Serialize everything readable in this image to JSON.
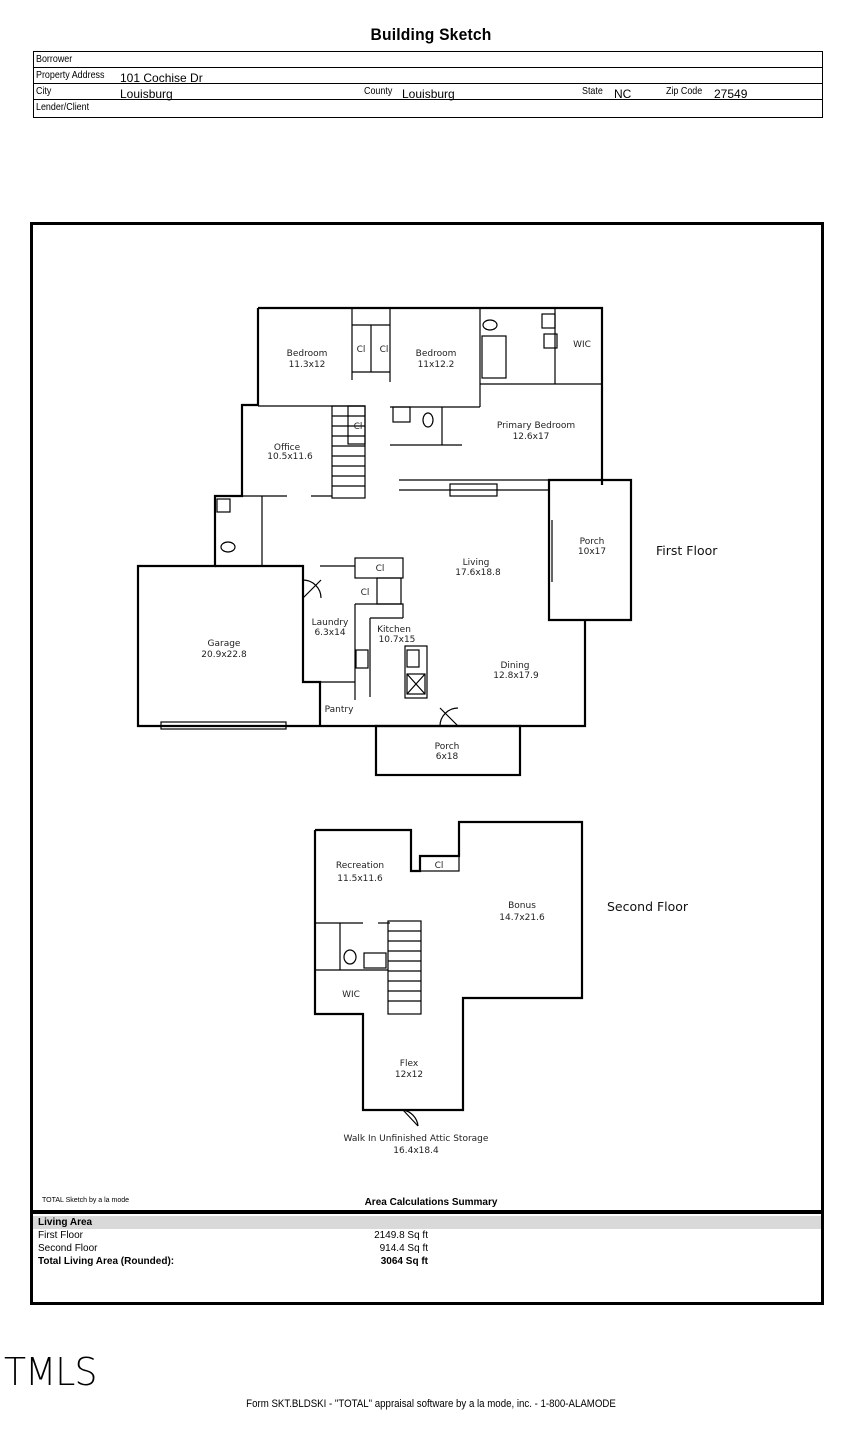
{
  "title": "Building Sketch",
  "header": {
    "borrower_label": "Borrower",
    "borrower_value": "",
    "address_label": "Property Address",
    "address_value": "101 Cochise Dr",
    "city_label": "City",
    "city_value": "Louisburg",
    "county_label": "County",
    "county_value": "Louisburg",
    "state_label": "State",
    "state_value": "NC",
    "zip_label": "Zip Code",
    "zip_value": "27549",
    "lender_label": "Lender/Client",
    "lender_value": ""
  },
  "floors": {
    "first_label": "First Floor",
    "second_label": "Second Floor"
  },
  "rooms": {
    "bedroom1": {
      "name": "Bedroom",
      "dims": "11.3x12"
    },
    "bedroom2": {
      "name": "Bedroom",
      "dims": "11x12.2"
    },
    "closet": "Cl",
    "wic": "WIC",
    "primary": {
      "name": "Primary Bedroom",
      "dims": "12.6x17"
    },
    "office": {
      "name": "Office",
      "dims": "10.5x11.6"
    },
    "porch_side": {
      "name": "Porch",
      "dims": "10x17"
    },
    "living": {
      "name": "Living",
      "dims": "17.6x18.8"
    },
    "laundry": {
      "name": "Laundry",
      "dims": "6.3x14"
    },
    "kitchen": {
      "name": "Kitchen",
      "dims": "10.7x15"
    },
    "garage": {
      "name": "Garage",
      "dims": "20.9x22.8"
    },
    "dining": {
      "name": "Dining",
      "dims": "12.8x17.9"
    },
    "pantry": "Pantry",
    "porch_front": {
      "name": "Porch",
      "dims": "6x18"
    },
    "recreation": {
      "name": "Recreation",
      "dims": "11.5x11.6"
    },
    "bonus": {
      "name": "Bonus",
      "dims": "14.7x21.6"
    },
    "wic2": "WIC",
    "flex": {
      "name": "Flex",
      "dims": "12x12"
    },
    "attic": {
      "name": "Walk In Unfinished Attic Storage",
      "dims": "16.4x18.4"
    }
  },
  "credit": "TOTAL Sketch by a la mode",
  "summary": {
    "title": "Area Calculations Summary",
    "section": "Living Area",
    "rows": [
      {
        "label": "First Floor",
        "value": "2149.8 Sq ft"
      },
      {
        "label": "Second Floor",
        "value": "914.4 Sq ft"
      }
    ],
    "total_label": "Total Living Area (Rounded):",
    "total_value": "3064 Sq ft"
  },
  "logo": "TMLS",
  "footer": "Form SKT.BLDSKI - \"TOTAL\" appraisal software by a la mode, inc. - 1-800-ALAMODE"
}
